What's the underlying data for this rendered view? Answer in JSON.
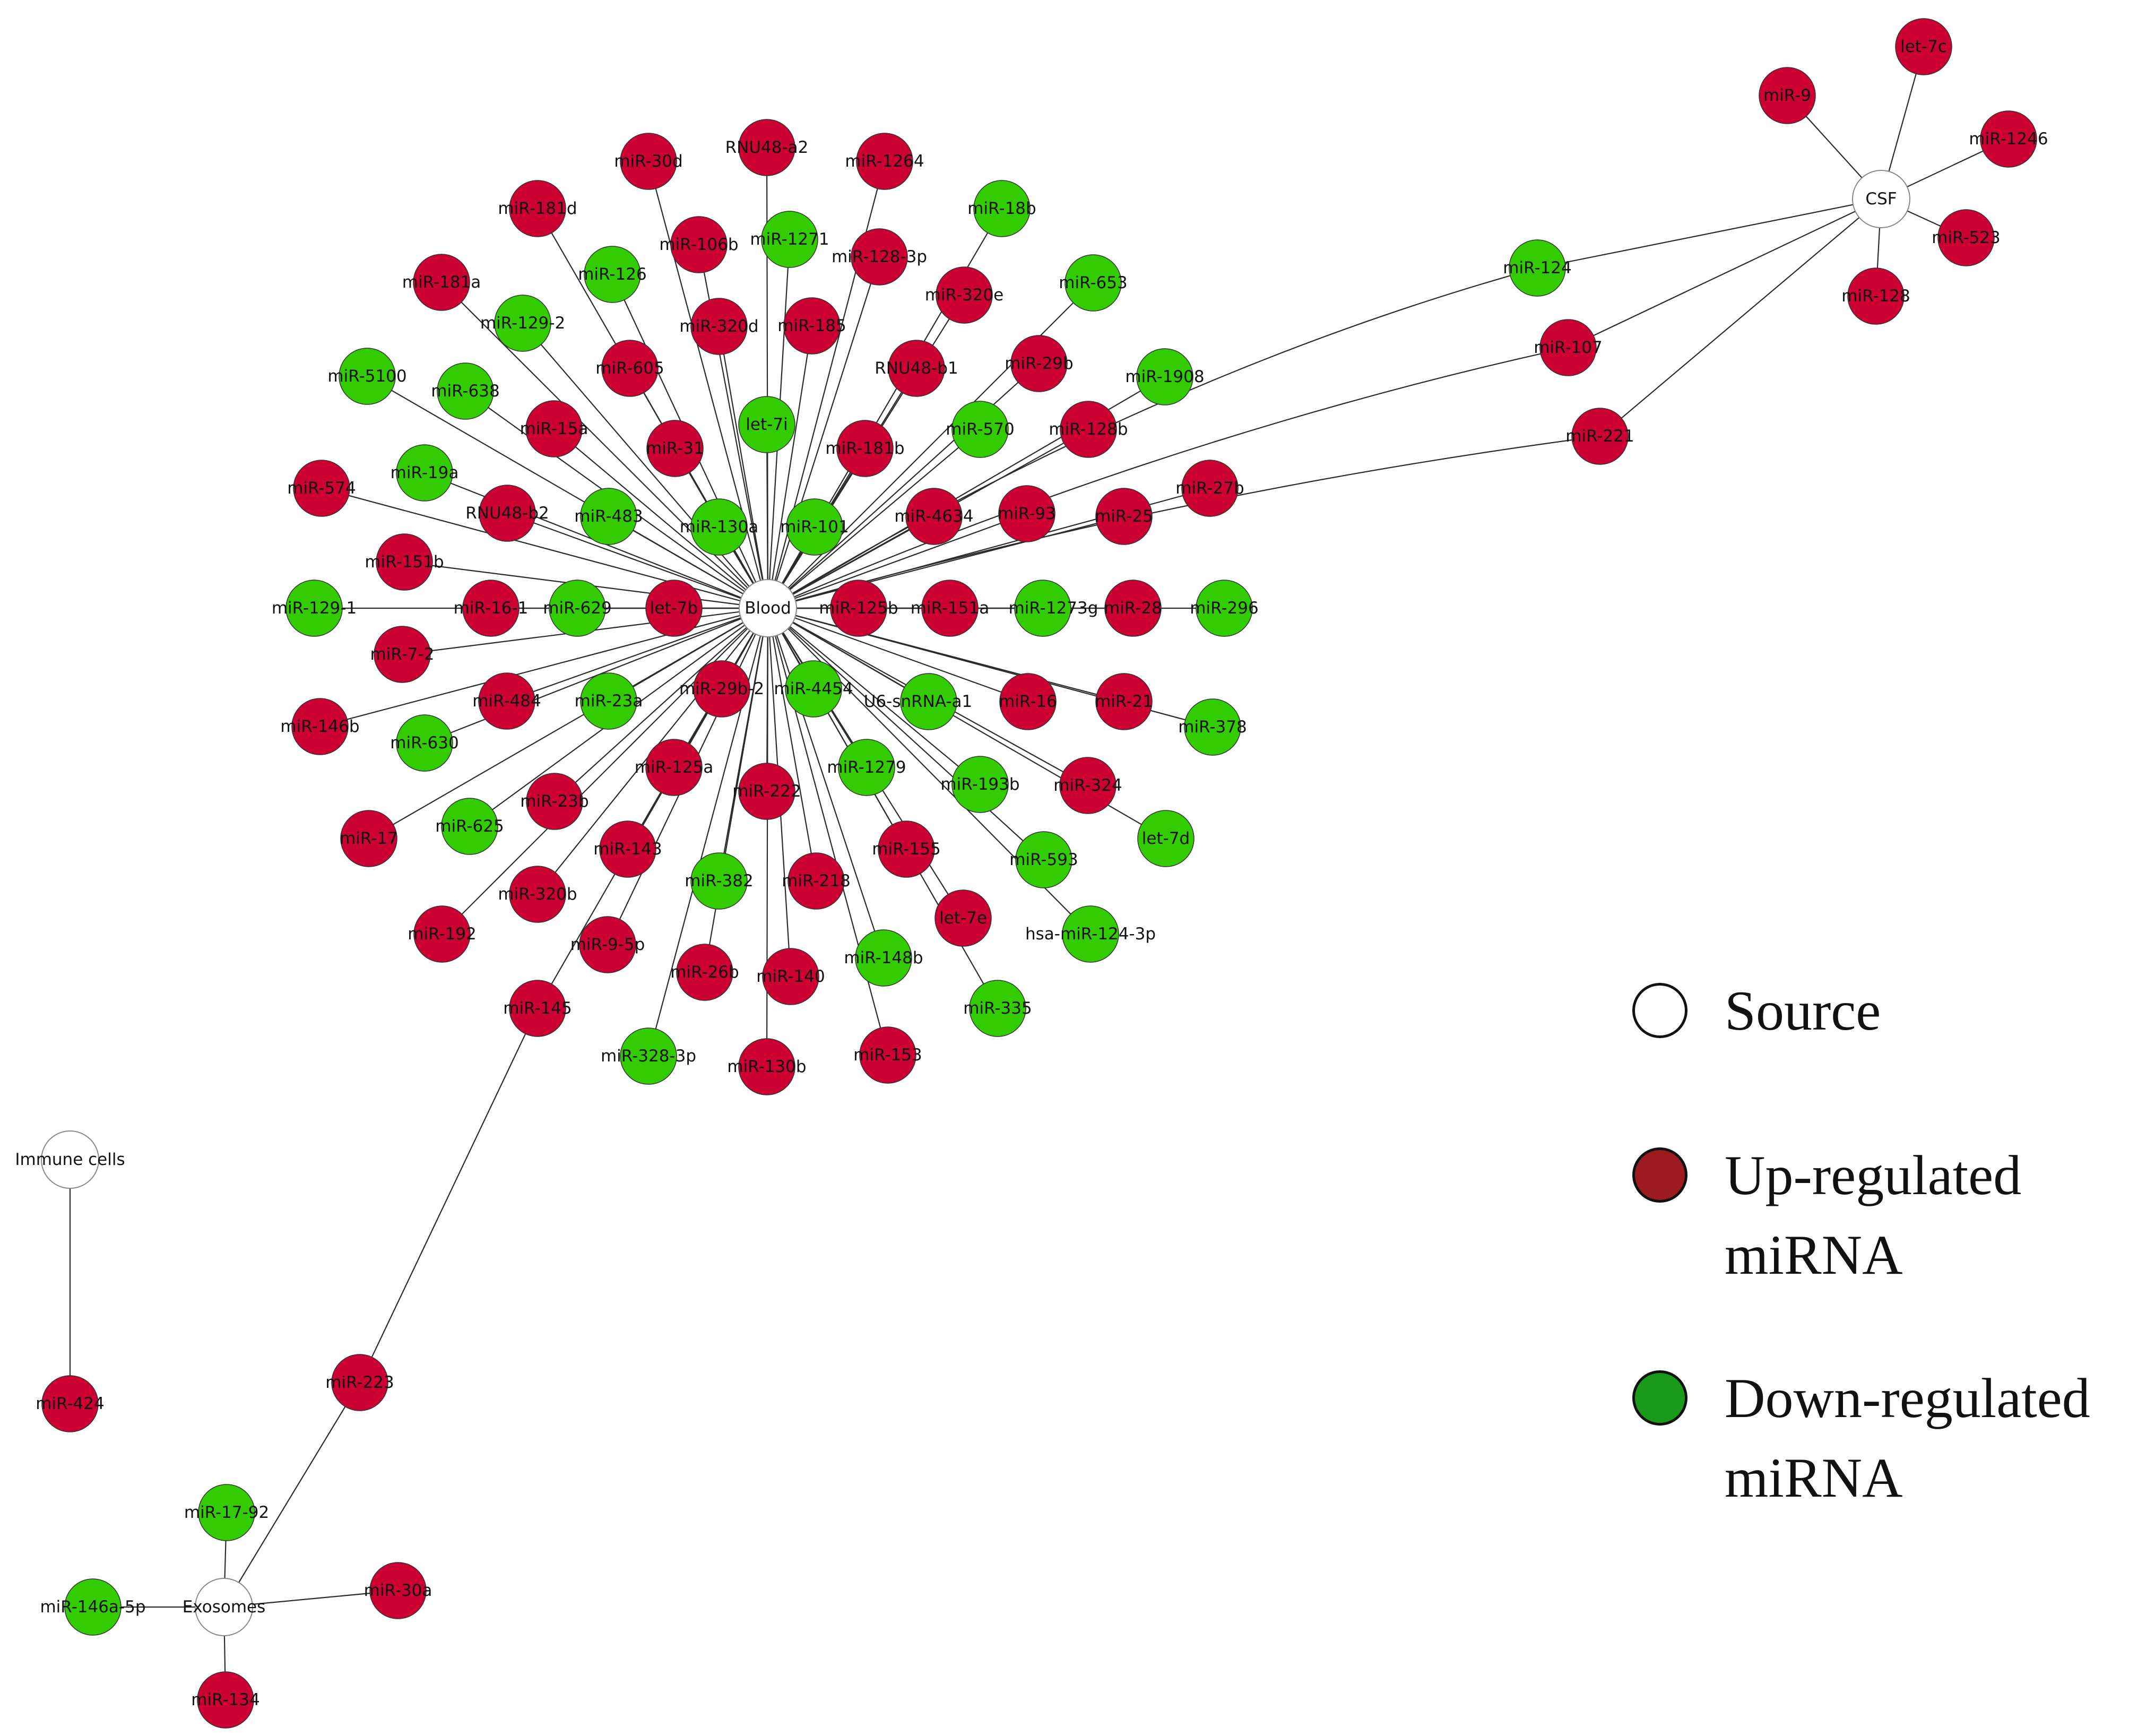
{
  "colors": {
    "source": "#ffffff",
    "up": "#cc0033",
    "down": "#33cc00",
    "edge": "#2b2b2b"
  },
  "legend": [
    {
      "label": "Source",
      "color": "#ffffff"
    },
    {
      "label": "Up-regulated\nmiRNA",
      "color": "#9b1b1e"
    },
    {
      "label": "Down-regulated\nmiRNA",
      "color": "#1a9a1a"
    }
  ],
  "nodes": [
    {
      "id": "blood",
      "label": "Blood",
      "kind": "source"
    },
    {
      "id": "csf",
      "label": "CSF",
      "kind": "source"
    },
    {
      "id": "immune",
      "label": "Immune cells",
      "kind": "source"
    },
    {
      "id": "exosomes",
      "label": "Exosomes",
      "kind": "source"
    },
    {
      "id": "n_rnu48a2",
      "label": "RNU48-a2",
      "kind": "up"
    },
    {
      "id": "n_30d",
      "label": "miR-30d",
      "kind": "up"
    },
    {
      "id": "n_1264",
      "label": "miR-1264",
      "kind": "up"
    },
    {
      "id": "n_181d",
      "label": "miR-181d",
      "kind": "up"
    },
    {
      "id": "n_18b",
      "label": "miR-18b",
      "kind": "down"
    },
    {
      "id": "n_1271",
      "label": "miR-1271",
      "kind": "down"
    },
    {
      "id": "n_106b",
      "label": "miR-106b",
      "kind": "up"
    },
    {
      "id": "n_1283p",
      "label": "miR-128-3p",
      "kind": "up"
    },
    {
      "id": "n_126",
      "label": "miR-126",
      "kind": "down"
    },
    {
      "id": "n_181a",
      "label": "miR-181a",
      "kind": "up"
    },
    {
      "id": "n_653",
      "label": "miR-653",
      "kind": "down"
    },
    {
      "id": "n_320e",
      "label": "miR-320e",
      "kind": "up"
    },
    {
      "id": "n_1292",
      "label": "miR-129-2",
      "kind": "down"
    },
    {
      "id": "n_320d",
      "label": "miR-320d",
      "kind": "up"
    },
    {
      "id": "n_185",
      "label": "miR-185",
      "kind": "up"
    },
    {
      "id": "n_605",
      "label": "miR-605",
      "kind": "up"
    },
    {
      "id": "n_rnu48b1",
      "label": "RNU48-b1",
      "kind": "up"
    },
    {
      "id": "n_29b",
      "label": "miR-29b",
      "kind": "up"
    },
    {
      "id": "n_5100",
      "label": "miR-5100",
      "kind": "down"
    },
    {
      "id": "n_638",
      "label": "miR-638",
      "kind": "down"
    },
    {
      "id": "n_1908",
      "label": "miR-1908",
      "kind": "down"
    },
    {
      "id": "n_let7i",
      "label": "let-7i",
      "kind": "down"
    },
    {
      "id": "n_15a",
      "label": "miR-15a",
      "kind": "up"
    },
    {
      "id": "n_570",
      "label": "miR-570",
      "kind": "down"
    },
    {
      "id": "n_128b",
      "label": "miR-128b",
      "kind": "up"
    },
    {
      "id": "n_31",
      "label": "miR-31",
      "kind": "up"
    },
    {
      "id": "n_181b",
      "label": "miR-181b",
      "kind": "up"
    },
    {
      "id": "n_19a",
      "label": "miR-19a",
      "kind": "down"
    },
    {
      "id": "n_574",
      "label": "miR-574",
      "kind": "up"
    },
    {
      "id": "n_27b",
      "label": "miR-27b",
      "kind": "up"
    },
    {
      "id": "n_rnu48b2",
      "label": "RNU48-b2",
      "kind": "up"
    },
    {
      "id": "n_483",
      "label": "miR-483",
      "kind": "down"
    },
    {
      "id": "n_130a",
      "label": "miR-130a",
      "kind": "down"
    },
    {
      "id": "n_101",
      "label": "miR-101",
      "kind": "down"
    },
    {
      "id": "n_4634",
      "label": "miR-4634",
      "kind": "up"
    },
    {
      "id": "n_93",
      "label": "miR-93",
      "kind": "up"
    },
    {
      "id": "n_25",
      "label": "miR-25",
      "kind": "up"
    },
    {
      "id": "n_151b",
      "label": "miR-151b",
      "kind": "up"
    },
    {
      "id": "n_1291",
      "label": "miR-129-1",
      "kind": "down"
    },
    {
      "id": "n_161",
      "label": "miR-16-1",
      "kind": "up"
    },
    {
      "id": "n_629",
      "label": "miR-629",
      "kind": "down"
    },
    {
      "id": "n_let7b",
      "label": "let-7b",
      "kind": "up"
    },
    {
      "id": "n_125b",
      "label": "miR-125b",
      "kind": "up"
    },
    {
      "id": "n_151a",
      "label": "miR-151a",
      "kind": "up"
    },
    {
      "id": "n_1273g",
      "label": "miR-1273g",
      "kind": "down"
    },
    {
      "id": "n_28",
      "label": "miR-28",
      "kind": "up"
    },
    {
      "id": "n_296",
      "label": "miR-296",
      "kind": "down"
    },
    {
      "id": "n_72",
      "label": "miR-7-2",
      "kind": "up"
    },
    {
      "id": "n_484",
      "label": "miR-484",
      "kind": "up"
    },
    {
      "id": "n_23a",
      "label": "miR-23a",
      "kind": "down"
    },
    {
      "id": "n_29b2",
      "label": "miR-29b-2",
      "kind": "up"
    },
    {
      "id": "n_4454",
      "label": "miR-4454",
      "kind": "down"
    },
    {
      "id": "n_u6",
      "label": "U6-snRNA-a1",
      "kind": "down"
    },
    {
      "id": "n_16",
      "label": "miR-16",
      "kind": "up"
    },
    {
      "id": "n_21",
      "label": "miR-21",
      "kind": "up"
    },
    {
      "id": "n_378",
      "label": "miR-378",
      "kind": "down"
    },
    {
      "id": "n_146b",
      "label": "miR-146b",
      "kind": "up"
    },
    {
      "id": "n_630",
      "label": "miR-630",
      "kind": "down"
    },
    {
      "id": "n_125a",
      "label": "miR-125a",
      "kind": "up"
    },
    {
      "id": "n_222",
      "label": "miR-222",
      "kind": "up"
    },
    {
      "id": "n_1279",
      "label": "miR-1279",
      "kind": "down"
    },
    {
      "id": "n_193b",
      "label": "miR-193b",
      "kind": "down"
    },
    {
      "id": "n_324",
      "label": "miR-324",
      "kind": "up"
    },
    {
      "id": "n_23b",
      "label": "miR-23b",
      "kind": "up"
    },
    {
      "id": "n_17",
      "label": "miR-17",
      "kind": "up"
    },
    {
      "id": "n_625",
      "label": "miR-625",
      "kind": "down"
    },
    {
      "id": "n_let7d",
      "label": "let-7d",
      "kind": "down"
    },
    {
      "id": "n_143",
      "label": "miR-143",
      "kind": "up"
    },
    {
      "id": "n_155",
      "label": "miR-155",
      "kind": "up"
    },
    {
      "id": "n_593",
      "label": "miR-593",
      "kind": "down"
    },
    {
      "id": "n_382",
      "label": "miR-382",
      "kind": "down"
    },
    {
      "id": "n_218",
      "label": "miR-218",
      "kind": "up"
    },
    {
      "id": "n_320b",
      "label": "miR-320b",
      "kind": "up"
    },
    {
      "id": "n_let7e",
      "label": "let-7e",
      "kind": "up"
    },
    {
      "id": "n_192",
      "label": "miR-192",
      "kind": "up"
    },
    {
      "id": "n_1243p",
      "label": "hsa-miR-124-3p",
      "kind": "down"
    },
    {
      "id": "n_95p",
      "label": "miR-9-5p",
      "kind": "up"
    },
    {
      "id": "n_148b",
      "label": "miR-148b",
      "kind": "down"
    },
    {
      "id": "n_26b",
      "label": "miR-26b",
      "kind": "up"
    },
    {
      "id": "n_140",
      "label": "miR-140",
      "kind": "up"
    },
    {
      "id": "n_145",
      "label": "miR-145",
      "kind": "up"
    },
    {
      "id": "n_335",
      "label": "miR-335",
      "kind": "down"
    },
    {
      "id": "n_3283p",
      "label": "miR-328-3p",
      "kind": "down"
    },
    {
      "id": "n_130b",
      "label": "miR-130b",
      "kind": "up"
    },
    {
      "id": "n_153",
      "label": "miR-153",
      "kind": "up"
    },
    {
      "id": "n_124",
      "label": "miR-124",
      "kind": "down"
    },
    {
      "id": "n_107",
      "label": "miR-107",
      "kind": "up"
    },
    {
      "id": "n_221",
      "label": "miR-221",
      "kind": "up"
    },
    {
      "id": "n_let7c",
      "label": "let-7c",
      "kind": "up"
    },
    {
      "id": "n_9",
      "label": "miR-9",
      "kind": "up"
    },
    {
      "id": "n_1246",
      "label": "miR-1246",
      "kind": "up"
    },
    {
      "id": "n_523",
      "label": "miR-523",
      "kind": "up"
    },
    {
      "id": "n_128",
      "label": "miR-128",
      "kind": "up"
    },
    {
      "id": "n_424",
      "label": "miR-424",
      "kind": "up"
    },
    {
      "id": "n_223",
      "label": "miR-223",
      "kind": "up"
    },
    {
      "id": "n_1792",
      "label": "miR-17-92",
      "kind": "down"
    },
    {
      "id": "n_146a5p",
      "label": "miR-146a-5p",
      "kind": "down"
    },
    {
      "id": "n_30a",
      "label": "miR-30a",
      "kind": "up"
    },
    {
      "id": "n_134",
      "label": "miR-134",
      "kind": "up"
    }
  ],
  "edges": [
    [
      "blood",
      "n_rnu48a2"
    ],
    [
      "blood",
      "n_30d"
    ],
    [
      "blood",
      "n_1264"
    ],
    [
      "blood",
      "n_181d"
    ],
    [
      "blood",
      "n_18b"
    ],
    [
      "blood",
      "n_1271"
    ],
    [
      "blood",
      "n_106b"
    ],
    [
      "blood",
      "n_1283p"
    ],
    [
      "blood",
      "n_126"
    ],
    [
      "blood",
      "n_181a"
    ],
    [
      "blood",
      "n_653"
    ],
    [
      "blood",
      "n_320e"
    ],
    [
      "blood",
      "n_1292"
    ],
    [
      "blood",
      "n_320d"
    ],
    [
      "blood",
      "n_185"
    ],
    [
      "blood",
      "n_605"
    ],
    [
      "blood",
      "n_rnu48b1"
    ],
    [
      "blood",
      "n_29b"
    ],
    [
      "blood",
      "n_5100"
    ],
    [
      "blood",
      "n_638"
    ],
    [
      "blood",
      "n_1908"
    ],
    [
      "blood",
      "n_let7i"
    ],
    [
      "blood",
      "n_15a"
    ],
    [
      "blood",
      "n_570"
    ],
    [
      "blood",
      "n_128b"
    ],
    [
      "blood",
      "n_31"
    ],
    [
      "blood",
      "n_181b"
    ],
    [
      "blood",
      "n_19a"
    ],
    [
      "blood",
      "n_574"
    ],
    [
      "blood",
      "n_27b"
    ],
    [
      "blood",
      "n_rnu48b2"
    ],
    [
      "blood",
      "n_483"
    ],
    [
      "blood",
      "n_130a"
    ],
    [
      "blood",
      "n_101"
    ],
    [
      "blood",
      "n_4634"
    ],
    [
      "blood",
      "n_93"
    ],
    [
      "blood",
      "n_25"
    ],
    [
      "blood",
      "n_151b"
    ],
    [
      "blood",
      "n_1291"
    ],
    [
      "blood",
      "n_161"
    ],
    [
      "blood",
      "n_629"
    ],
    [
      "blood",
      "n_let7b"
    ],
    [
      "blood",
      "n_125b"
    ],
    [
      "blood",
      "n_151a"
    ],
    [
      "blood",
      "n_1273g"
    ],
    [
      "blood",
      "n_28"
    ],
    [
      "blood",
      "n_296"
    ],
    [
      "blood",
      "n_72"
    ],
    [
      "blood",
      "n_484"
    ],
    [
      "blood",
      "n_23a"
    ],
    [
      "blood",
      "n_29b2"
    ],
    [
      "blood",
      "n_4454"
    ],
    [
      "blood",
      "n_u6"
    ],
    [
      "blood",
      "n_16"
    ],
    [
      "blood",
      "n_21"
    ],
    [
      "blood",
      "n_378"
    ],
    [
      "blood",
      "n_146b"
    ],
    [
      "blood",
      "n_630"
    ],
    [
      "blood",
      "n_125a"
    ],
    [
      "blood",
      "n_222"
    ],
    [
      "blood",
      "n_1279"
    ],
    [
      "blood",
      "n_193b"
    ],
    [
      "blood",
      "n_324"
    ],
    [
      "blood",
      "n_23b"
    ],
    [
      "blood",
      "n_17"
    ],
    [
      "blood",
      "n_625"
    ],
    [
      "blood",
      "n_let7d"
    ],
    [
      "blood",
      "n_143"
    ],
    [
      "blood",
      "n_155"
    ],
    [
      "blood",
      "n_593"
    ],
    [
      "blood",
      "n_382"
    ],
    [
      "blood",
      "n_218"
    ],
    [
      "blood",
      "n_320b"
    ],
    [
      "blood",
      "n_let7e"
    ],
    [
      "blood",
      "n_192"
    ],
    [
      "blood",
      "n_1243p"
    ],
    [
      "blood",
      "n_95p"
    ],
    [
      "blood",
      "n_148b"
    ],
    [
      "blood",
      "n_26b"
    ],
    [
      "blood",
      "n_140"
    ],
    [
      "blood",
      "n_145"
    ],
    [
      "blood",
      "n_335"
    ],
    [
      "blood",
      "n_3283p"
    ],
    [
      "blood",
      "n_130b"
    ],
    [
      "blood",
      "n_153"
    ],
    [
      "blood",
      "n_124"
    ],
    [
      "blood",
      "n_107"
    ],
    [
      "blood",
      "n_221"
    ],
    [
      "csf",
      "n_let7c"
    ],
    [
      "csf",
      "n_9"
    ],
    [
      "csf",
      "n_1246"
    ],
    [
      "csf",
      "n_523"
    ],
    [
      "csf",
      "n_128"
    ],
    [
      "csf",
      "n_124"
    ],
    [
      "csf",
      "n_107"
    ],
    [
      "csf",
      "n_221"
    ],
    [
      "immune",
      "n_424"
    ],
    [
      "exosomes",
      "n_223"
    ],
    [
      "exosomes",
      "n_1792"
    ],
    [
      "exosomes",
      "n_146a5p"
    ],
    [
      "exosomes",
      "n_30a"
    ],
    [
      "exosomes",
      "n_134"
    ],
    [
      "n_223",
      "n_145"
    ]
  ]
}
